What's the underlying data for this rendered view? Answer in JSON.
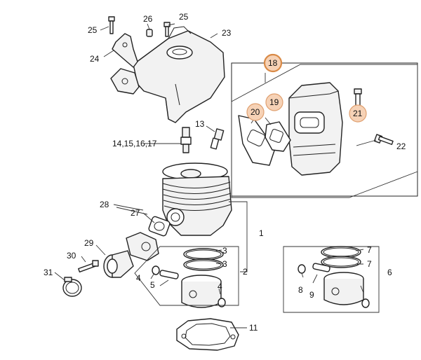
{
  "diagram": {
    "callouts": {
      "c1": "1",
      "c2": "2",
      "c3a": "3",
      "c3b": "3",
      "c4a": "4",
      "c4b": "4",
      "c5": "5",
      "c6": "6",
      "c7a": "7",
      "c7b": "7",
      "c8": "8",
      "c9": "9",
      "c11": "11",
      "c13": "13",
      "c14_17": "14,15,16,17",
      "c18": "18",
      "c19": "19",
      "c20": "20",
      "c21": "21",
      "c22": "22",
      "c23": "23",
      "c24": "24",
      "c25a": "25",
      "c25b": "25",
      "c26": "26",
      "c27": "27",
      "c28": "28",
      "c29": "29",
      "c30": "30",
      "c31": "31"
    },
    "highlighted": [
      "18",
      "19",
      "20",
      "21"
    ],
    "colors": {
      "highlight_fill": "#f6d2b6",
      "highlight_stroke": "#d98a46",
      "line": "#222222"
    }
  }
}
